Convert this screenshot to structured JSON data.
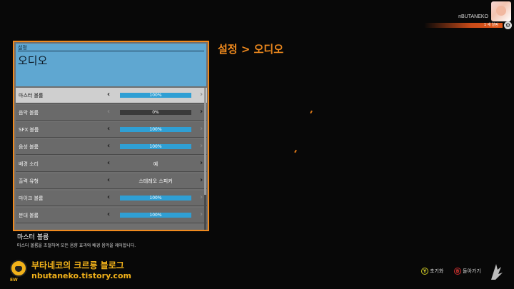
{
  "profile": {
    "gamertag": "nBUTANEKO",
    "gauge_text": "1 새 알림"
  },
  "panel": {
    "header_small": "설정",
    "header_title": "오디오"
  },
  "page_heading": "설정 > 오디오",
  "settings": [
    {
      "label": "마스터 볼륨",
      "type": "slider",
      "value_text": "100%",
      "fill": 1.0,
      "selected": true
    },
    {
      "label": "음악 볼륨",
      "type": "slider",
      "value_text": "0%",
      "fill": 0.0,
      "selected": false
    },
    {
      "label": "SFX 볼륨",
      "type": "slider",
      "value_text": "100%",
      "fill": 1.0,
      "selected": false
    },
    {
      "label": "음성 볼륨",
      "type": "slider",
      "value_text": "100%",
      "fill": 1.0,
      "selected": false
    },
    {
      "label": "배경 소리",
      "type": "choice",
      "value_text": "예",
      "selected": false
    },
    {
      "label": "출력 유형",
      "type": "choice",
      "value_text": "스테레오 스피커",
      "selected": false
    },
    {
      "label": "마이크 볼륨",
      "type": "slider",
      "value_text": "100%",
      "fill": 1.0,
      "selected": false
    },
    {
      "label": "분대 볼륨",
      "type": "slider",
      "value_text": "100%",
      "fill": 1.0,
      "selected": false
    }
  ],
  "description": {
    "title": "마스터 볼륨",
    "text": "마스터 볼륨을 조절하여 모든 음향 효과와 배경 음악을 제어합니다."
  },
  "watermark": {
    "title": "부타네코의 크르릉 블로그",
    "url": "nbutaneko.tistory.com",
    "sub": "EW"
  },
  "hints": {
    "y_button": "Y",
    "y_label": "초기화",
    "b_button": "B",
    "b_label": "돌아가기"
  },
  "colors": {
    "accent": "#f08a1e",
    "header": "#5fa7d1",
    "slider_fill": "#2f9fd4"
  }
}
